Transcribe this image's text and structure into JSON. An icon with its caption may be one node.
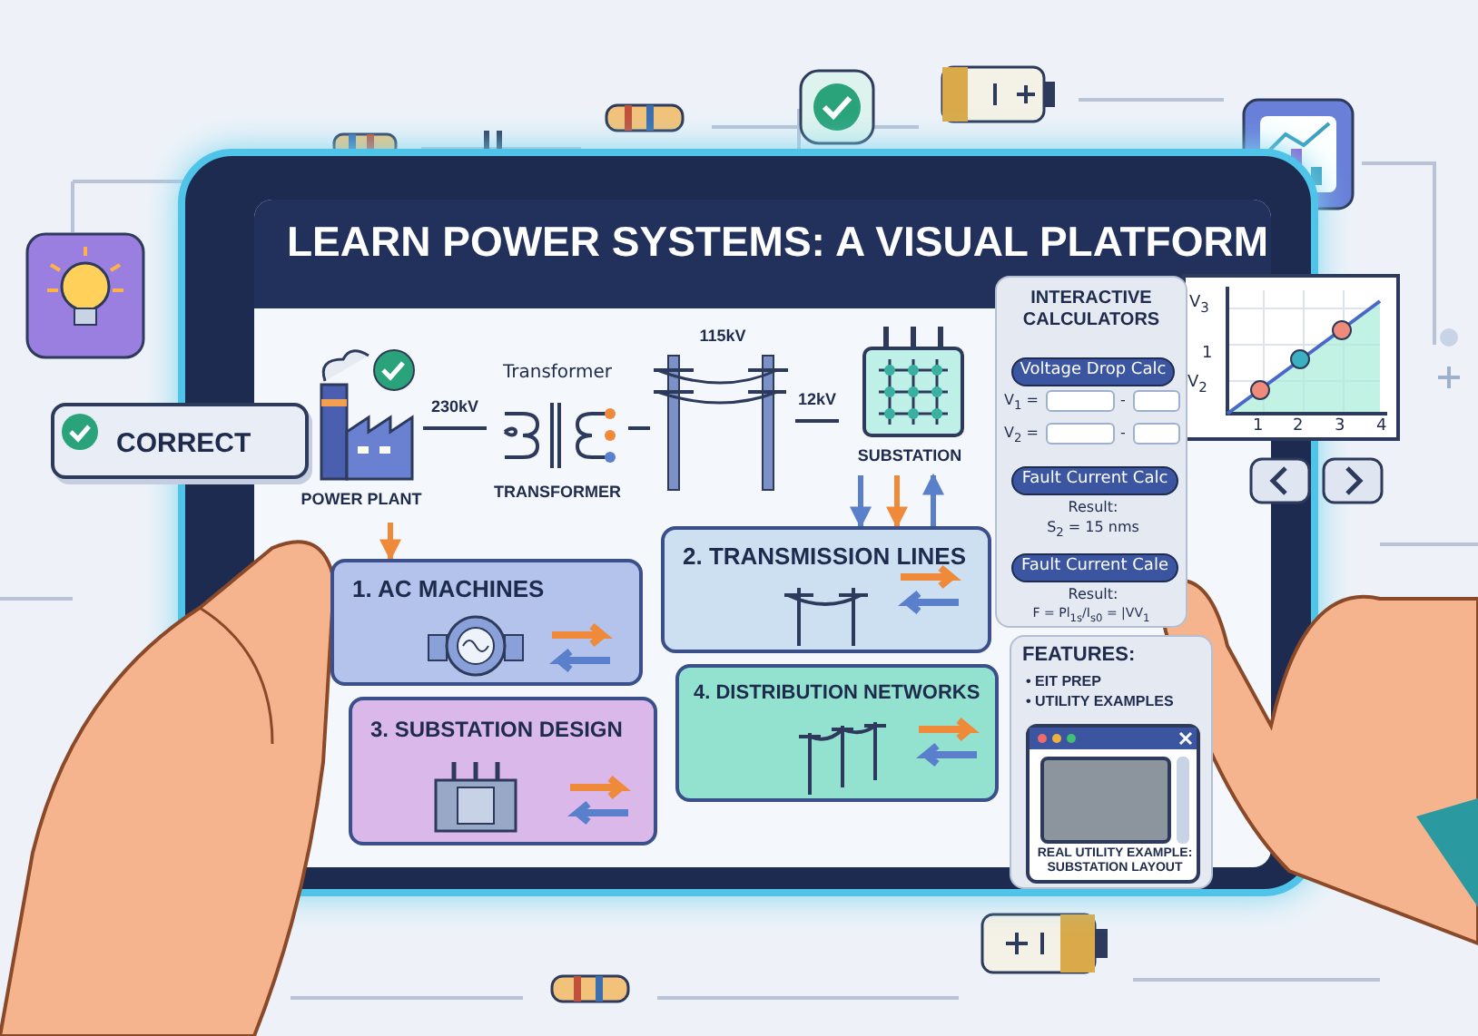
{
  "diagram": {
    "title": "LEARN POWER SYSTEMS: A VISUAL PLATFORM",
    "nodes": [
      {
        "text": [
          "POWER PLANT"
        ]
      },
      {
        "text": [
          "Transformer",
          "TRANSFORMER"
        ]
      },
      {
        "text": [],
        "shape": "picture",
        "beside": [
          "115kV"
        ]
      },
      {
        "text": [
          "SUBSTATION"
        ]
      },
      {
        "text": [
          "1. AC MACHINES"
        ]
      },
      {
        "text": [
          "2. TRANSMISSION LINES"
        ]
      },
      {
        "text": [
          "3. SUBSTATION DESIGN"
        ]
      },
      {
        "text": [
          "4. DISTRIBUTION NETWORKS"
        ]
      },
      {
        "text": [
          "INTERACTIVE CALCULATORS"
        ]
      },
      {
        "text": [
          "Voltage Drop Calc"
        ],
        "in": 8
      },
      {
        "text": [
          "Fault Current Calc"
        ],
        "in": 8
      },
      {
        "text": [
          "Fault Current Cale"
        ],
        "in": 8
      },
      {
        "text": [
          "FEATURES:",
          "• EIT PREP",
          "• UTILITY EXAMPLES"
        ]
      },
      {
        "text": [
          "REAL UTILITY EXAMPLE: SUBSTATION LAYOUT"
        ],
        "in": 12
      },
      {
        "text": [
          "CORRECT"
        ]
      }
    ],
    "edges": [
      {
        "from": 0,
        "to": 1,
        "arrow": "none",
        "label": "230kV"
      },
      {
        "from": 1,
        "to": 2,
        "arrow": "none"
      },
      {
        "from": 2,
        "to": 3,
        "arrow": "none",
        "label": "12kV"
      },
      {
        "from": 0,
        "to": 4,
        "arrow": "to",
        "color": "#ef8a3a"
      },
      {
        "from": 3,
        "to": 5,
        "arrow": "to",
        "color": "#5a7fcb"
      },
      {
        "from": 3,
        "to": 5,
        "arrow": "to",
        "color": "#ef8a3a"
      },
      {
        "from": 5,
        "to": 3,
        "arrow": "to",
        "color": "#5a7fcb"
      }
    ],
    "labels": [
      "V$_{1}$ =",
      "-",
      "V$_{2}$ =",
      "-",
      "Result:",
      "S$_{2}$ = 15 nms",
      "Result:",
      "F = Pl$_{1s}$/I$_{s0}$ = |VV$_{1}$",
      "V$_{3}$",
      "1",
      "V$_{2}$",
      "1",
      "2",
      "3",
      "4"
    ]
  }
}
